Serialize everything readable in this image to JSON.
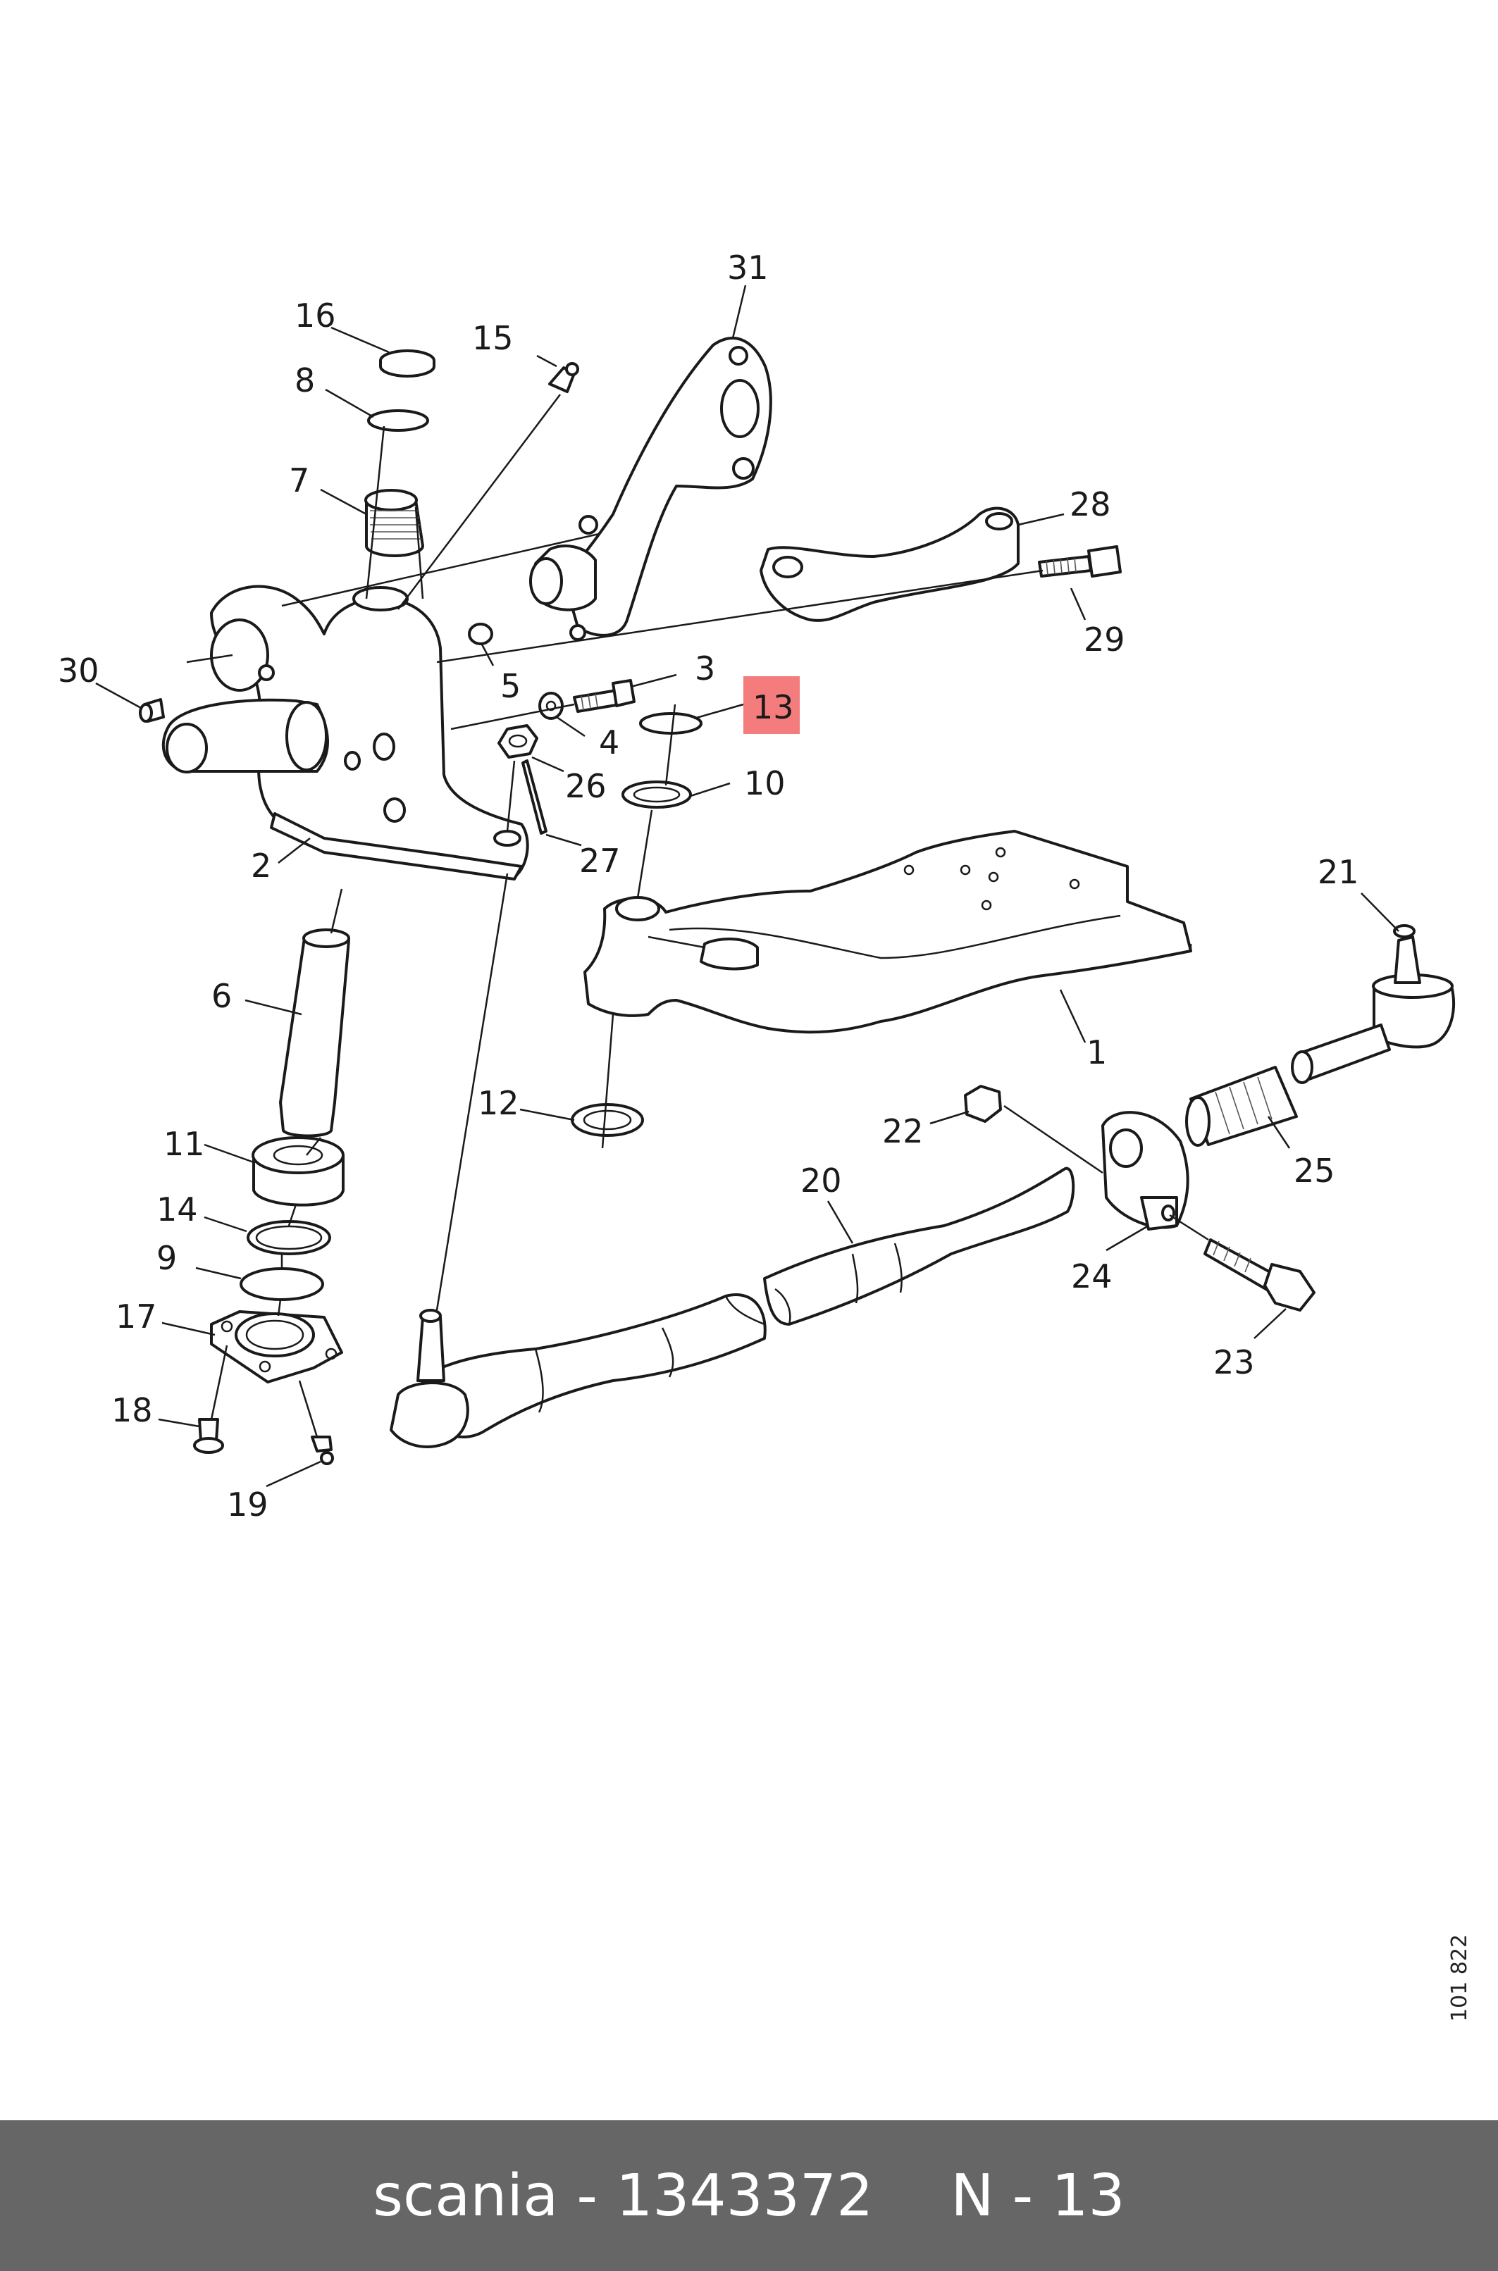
{
  "drawing_number": "101 822",
  "footer": {
    "brand_part": "scania - 1343372",
    "position_ref": "N - 13"
  },
  "highlight_color": "#f57c7c",
  "highlighted_callout": "13",
  "callouts": [
    "1",
    "2",
    "3",
    "4",
    "5",
    "6",
    "7",
    "8",
    "9",
    "10",
    "11",
    "12",
    "13",
    "14",
    "15",
    "16",
    "17",
    "18",
    "19",
    "20",
    "21",
    "22",
    "23",
    "24",
    "25",
    "26",
    "27",
    "28",
    "29",
    "30",
    "31"
  ]
}
